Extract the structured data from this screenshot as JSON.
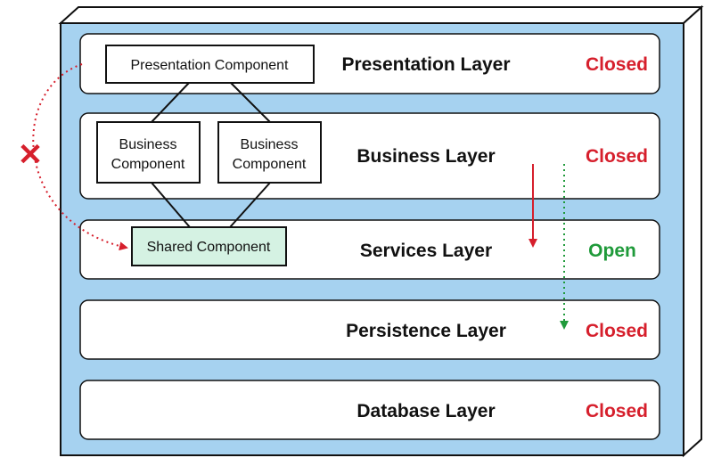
{
  "layers": [
    {
      "id": "presentation",
      "label": "Presentation Layer",
      "status": "Closed"
    },
    {
      "id": "business",
      "label": "Business Layer",
      "status": "Closed"
    },
    {
      "id": "services",
      "label": "Services Layer",
      "status": "Open"
    },
    {
      "id": "persistence",
      "label": "Persistence Layer",
      "status": "Closed"
    },
    {
      "id": "database",
      "label": "Database Layer",
      "status": "Closed"
    }
  ],
  "components": {
    "presentation": "Presentation Component",
    "business_a": [
      "Business",
      "Component"
    ],
    "business_b": [
      "Business",
      "Component"
    ],
    "shared": "Shared Component"
  },
  "blocked_mark": "✕",
  "colors": {
    "container": "#a6d2f0",
    "closed": "#d61f2c",
    "open": "#1f9a3a",
    "shared_fill": "#d5f2e3",
    "red_arrow": "#d61f2c",
    "green_arrow": "#1f9a3a"
  },
  "icons": {
    "blocked": "x-mark-icon"
  }
}
